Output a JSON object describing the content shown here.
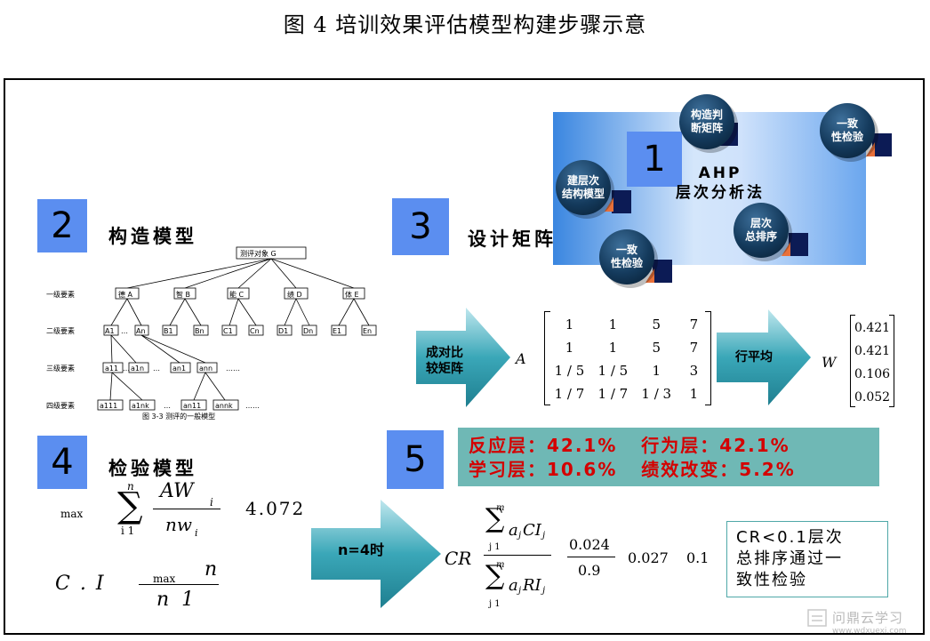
{
  "title": "图 4 培训效果评估模型构建步骤示意",
  "steps": {
    "s1": {
      "num": "1"
    },
    "s2": {
      "num": "2",
      "label": "构造模型"
    },
    "s3": {
      "num": "3",
      "label": "设计矩阵"
    },
    "s4": {
      "num": "4",
      "label": "检验模型"
    },
    "s5": {
      "num": "5"
    }
  },
  "ahp": {
    "title_line1": "AHP",
    "title_line2": "层次分析法",
    "nodes": [
      {
        "line1": "构造判",
        "line2": "断矩阵"
      },
      {
        "line1": "一致",
        "line2": "性检验"
      },
      {
        "line1": "建层次",
        "line2": "结构模型"
      },
      {
        "line1": "层次",
        "line2": "总排序"
      },
      {
        "line1": "一致",
        "line2": "性检验"
      }
    ],
    "colors": {
      "ball": "#143a5c",
      "square": "#0c1b55",
      "triangle": "#e8703a"
    }
  },
  "tree": {
    "root": "测评对象 G",
    "level_labels": [
      "一级要素",
      "二级要素",
      "三级要素",
      "四级要素"
    ],
    "level1": [
      "德 A",
      "智 B",
      "能 C",
      "绩 D",
      "体 E"
    ],
    "level2": [
      "A1",
      "…",
      "An",
      "B1",
      "Bn",
      "C1",
      "Cn",
      "D1",
      "Dn",
      "E1",
      "En"
    ],
    "level3": [
      "a11",
      "…",
      "a1n",
      "…",
      "an1",
      "ann",
      "……"
    ],
    "level4": [
      "a111",
      "a1nk",
      "…",
      "an11",
      "annk",
      "……"
    ],
    "caption": "图 3-3 测评的一般模型"
  },
  "matrix": {
    "arrow_label_line1": "成对比",
    "arrow_label_line2": "较矩阵",
    "name": "A",
    "rows": [
      [
        "1",
        "1",
        "5",
        "7"
      ],
      [
        "1",
        "1",
        "5",
        "7"
      ],
      [
        "1 / 5",
        "1 / 5",
        "1",
        "3"
      ],
      [
        "1 / 7",
        "1 / 7",
        "1 / 3",
        "1"
      ]
    ],
    "row_avg_label": "行平均",
    "w_name": "W",
    "w_values": [
      "0.421",
      "0.421",
      "0.106",
      "0.052"
    ]
  },
  "check": {
    "max": "max",
    "sum_n": "n",
    "sum_lower": "i 1",
    "numerator": "AW",
    "num_sub": "i",
    "denominator": "nw",
    "den_sub": "i",
    "lambda_value": "4.072",
    "ci_label": "C . I",
    "ci_max": "max",
    "ci_n": "n",
    "ci_den": "n  1"
  },
  "results": {
    "line1": "反应层：42.1%   行为层：42.1%",
    "line2": "学习层：10.6%   绩效改变：5.2%"
  },
  "cr": {
    "arrow_label": "n=4时",
    "cr": "CR",
    "m": "m",
    "lower": "j 1",
    "num_term": "a",
    "num_sub": "j",
    "num_ci": "CI",
    "den_ri": "RI",
    "frac_num": "0.024",
    "frac_den": "0.9",
    "val1": "0.027",
    "val2": "0.1",
    "box_line1": "CR<0.1层次",
    "box_line2": "总排序通过一",
    "box_line3": "致性检验"
  },
  "watermark": {
    "line1": "问鼎云学习",
    "line2": "www.wdxuexi.com"
  },
  "colors": {
    "step_blue": "#5b8ef0",
    "arrow_teal": "#3aa7b8",
    "result_bg": "#6fb8b5",
    "result_text": "#d40000"
  }
}
